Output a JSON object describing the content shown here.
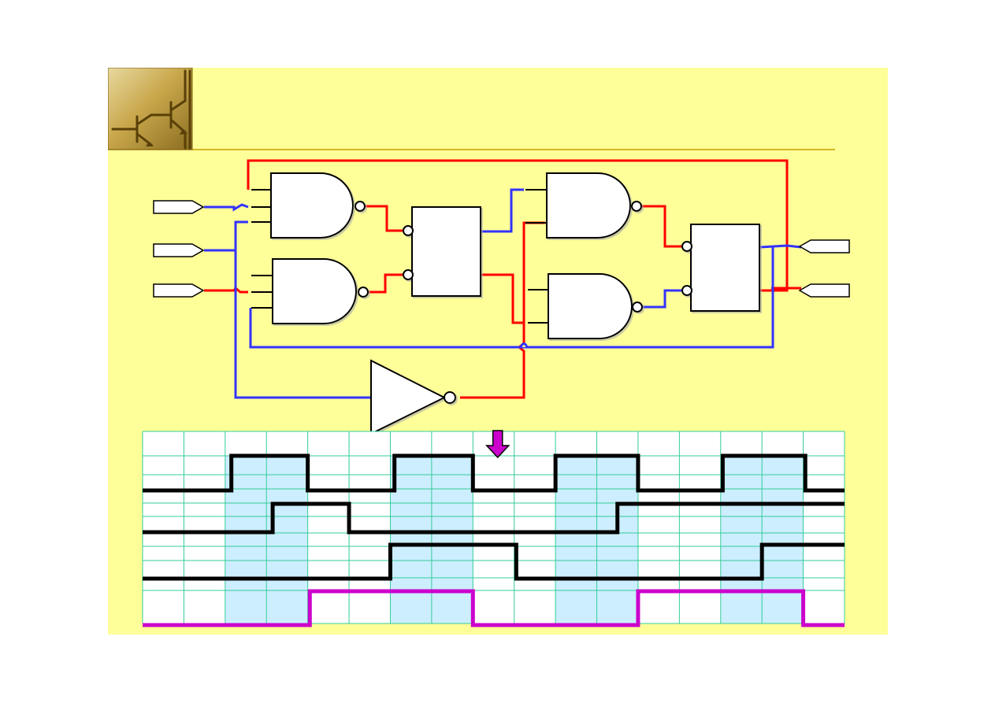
{
  "colors": {
    "slide_background": "#ffff99",
    "gold_rule": "#c8a000",
    "wire_red": "#ff0000",
    "wire_blue": "#3333ff",
    "gate_fill": "#ffffff",
    "gate_stroke": "#000000",
    "grid_line": "#33cc99",
    "highlight_fill": "#cceeff",
    "trace_black": "#000000",
    "trace_output": "#cc00cc",
    "marker_arrow": "#cc00cc"
  },
  "icons": {
    "logo": "transistor-pair-icon",
    "timing_marker": "down-arrow-icon"
  },
  "timing": {
    "column_count": 17,
    "highlight_columns": [
      2,
      3,
      6,
      7,
      10,
      11,
      14,
      15
    ],
    "marker_column": 8.6,
    "waveforms": [
      {
        "color_key": "trace_black",
        "transitions": [
          [
            0,
            0
          ],
          [
            2.15,
            1
          ],
          [
            4,
            0
          ],
          [
            6.1,
            1
          ],
          [
            8,
            0
          ],
          [
            10,
            1
          ],
          [
            12,
            0
          ],
          [
            14.05,
            1
          ],
          [
            16.05,
            0
          ]
        ]
      },
      {
        "color_key": "trace_black",
        "transitions": [
          [
            0,
            0
          ],
          [
            3.15,
            1
          ],
          [
            5,
            0
          ],
          [
            11.5,
            1
          ]
        ]
      },
      {
        "color_key": "trace_black",
        "transitions": [
          [
            0,
            0
          ],
          [
            6,
            1
          ],
          [
            9.05,
            0
          ],
          [
            15,
            1
          ]
        ]
      },
      {
        "color_key": "trace_output",
        "transitions": [
          [
            0,
            0
          ],
          [
            4.05,
            1
          ],
          [
            8,
            0
          ],
          [
            12,
            1
          ],
          [
            16,
            0
          ]
        ]
      }
    ]
  }
}
